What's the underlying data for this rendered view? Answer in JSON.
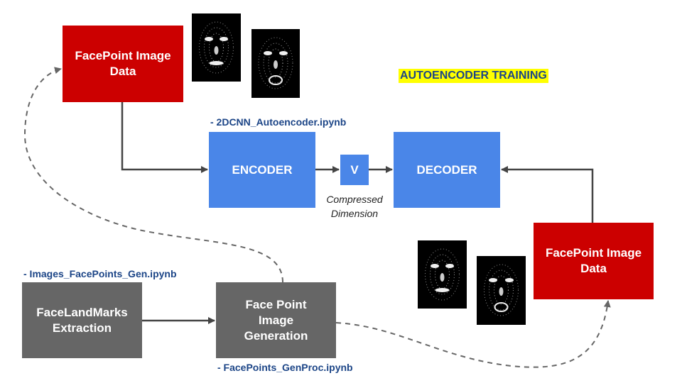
{
  "title": "AUTOENCODER TRAINING",
  "nodes": {
    "facepoint_top": "FacePoint Image Data",
    "encoder": "ENCODER",
    "latent": "V",
    "decoder": "DECODER",
    "facepoint_right": "FacePoint Image Data",
    "landmarks": "FaceLandMarks Extraction",
    "generation": "Face Point Image Generation"
  },
  "latent_caption": "Compressed Dimension",
  "file_labels": {
    "autoencoder": "- 2DCNN_Autoencoder.ipynb",
    "images_gen": "- Images_FacePoints_Gen.ipynb",
    "gen_proc": "- FacePoints_GenProc.ipynb"
  },
  "colors": {
    "data_box": "#cc0000",
    "model_box": "#4a86e8",
    "process_box": "#666666",
    "file_label": "#1c4587",
    "title_highlight": "#ffff00"
  }
}
